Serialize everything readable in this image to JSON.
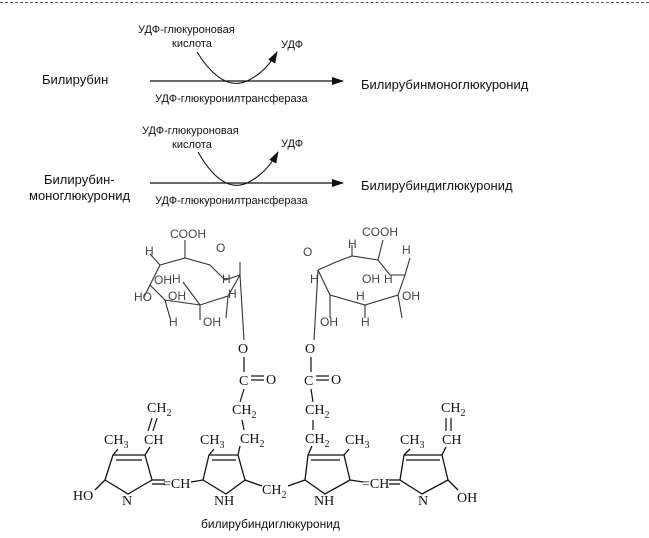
{
  "reactions": [
    {
      "substrate": "Билирубин",
      "substrate_line1": "",
      "substrate_line2": "",
      "cosubstrate_line1": "УДФ-глюкуроновая",
      "cosubstrate_line2": "кислота",
      "coproduct": "УДФ",
      "enzyme": "УДФ-глюкуронилтрансфераза",
      "product": "Билирубинмоноглюкуронид"
    },
    {
      "substrate": "",
      "substrate_line1": "Билирубин-",
      "substrate_line2": "моноглюкуронид",
      "cosubstrate_line1": "УДФ-глюкуроновая",
      "cosubstrate_line2": "кислота",
      "coproduct": "УДФ",
      "enzyme": "УДФ-глюкуронилтрансфераза",
      "product": "Билирубиндиглюкуронид"
    }
  ],
  "structure": {
    "caption": "билирубиндиглюкуронид",
    "sugar": {
      "cooh": "COOH",
      "h": "H",
      "oh": "OH",
      "ho": "HO",
      "o": "O"
    },
    "ester": {
      "c": "C",
      "o_single": "O",
      "o_double": "O"
    },
    "chain": {
      "ch2": "CH",
      "sub2": "2",
      "ch3": "CH",
      "sub3": "3",
      "ch": "CH",
      "che": "=CH",
      "nh": "NH",
      "n": "N",
      "ho": "HO",
      "oh": "OH"
    }
  }
}
